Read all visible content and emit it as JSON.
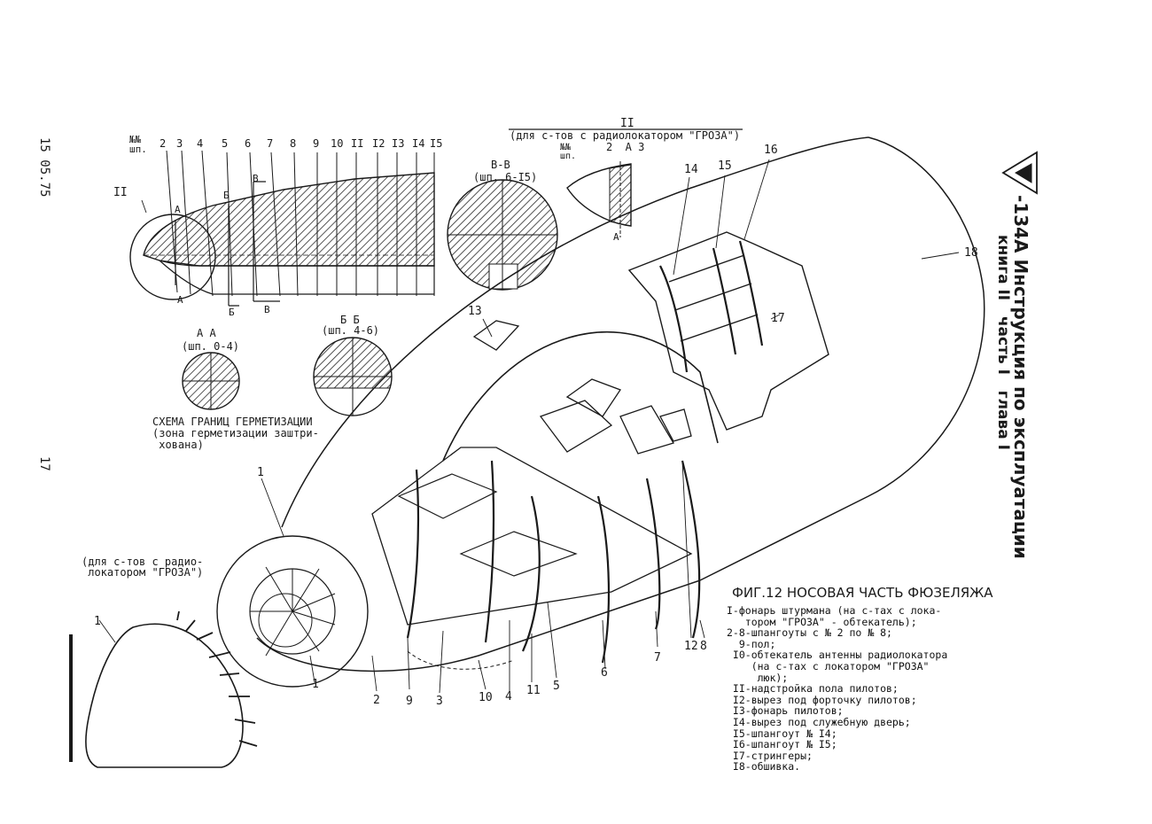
{
  "header": {
    "title": "-134А Инструкция по эксплуатации",
    "line2": "книга II   часть I   глава I",
    "date": "15 05.75",
    "page_number": "17"
  },
  "figure": {
    "title": "ФИГ.12 НОСОВАЯ ЧАСТЬ ФЮЗЕЛЯЖА",
    "legend": [
      "I-фонарь штурмана (на с-тах с лока-",
      "   тором \"ГРОЗА\" - обтекатель);",
      "2-8-шпангоуты с № 2 по № 8;",
      "  9-пол;",
      " I0-обтекатель антенны радиолокатора",
      "    (на с-тах с локатором \"ГРОЗА\"",
      "     люк);",
      " II-надстройка пола пилотов;",
      " I2-вырез под форточку пилотов;",
      " I3-фонарь пилотов;",
      " I4-вырез под служебную дверь;",
      " I5-шпангоут № I4;",
      " I6-шпангоут № I5;",
      " I7-стрингеры;",
      " I8-обшивка."
    ],
    "callouts": [
      "1",
      "1",
      "2",
      "9",
      "3",
      "10",
      "4",
      "11",
      "5",
      "6",
      "7",
      "12",
      "8",
      "13",
      "14",
      "15",
      "16",
      "17",
      "18"
    ]
  },
  "schema": {
    "frame_label": "№№\nшп.",
    "frame_numbers": [
      "2",
      "3",
      "4",
      "5",
      "6",
      "7",
      "8",
      "9",
      "10",
      "II",
      "I2",
      "I3",
      "I4",
      "I5"
    ],
    "label_11": "II",
    "section_A": "А",
    "section_B": "Б",
    "section_V": "В",
    "caption": "СХЕМА ГРАНИЦ ГЕРМЕТИЗАЦИИ\n(зона герметизации заштри-\n хована)"
  },
  "sections": {
    "aa": {
      "title": "А А",
      "sub": "(шп. 0-4)"
    },
    "bb": {
      "title": "Б Б",
      "sub": "(шп. 4-6)"
    },
    "vv": {
      "title": "В-В",
      "sub": "(шп. 6-I5)"
    }
  },
  "groza_top": {
    "number": "II",
    "note": "(для с-тов с радиолокатором \"ГРОЗА\")",
    "frame_label": "№№\nшп.",
    "frames": "2  А 3",
    "a_mark": "А"
  },
  "groza_left": {
    "note": "(для с-тов с радио-\n локатором \"ГРОЗА\")",
    "label_1": "1"
  },
  "colors": {
    "ink": "#1a1a1a",
    "paper": "#ffffff",
    "hatch": "#2a2a2a"
  }
}
